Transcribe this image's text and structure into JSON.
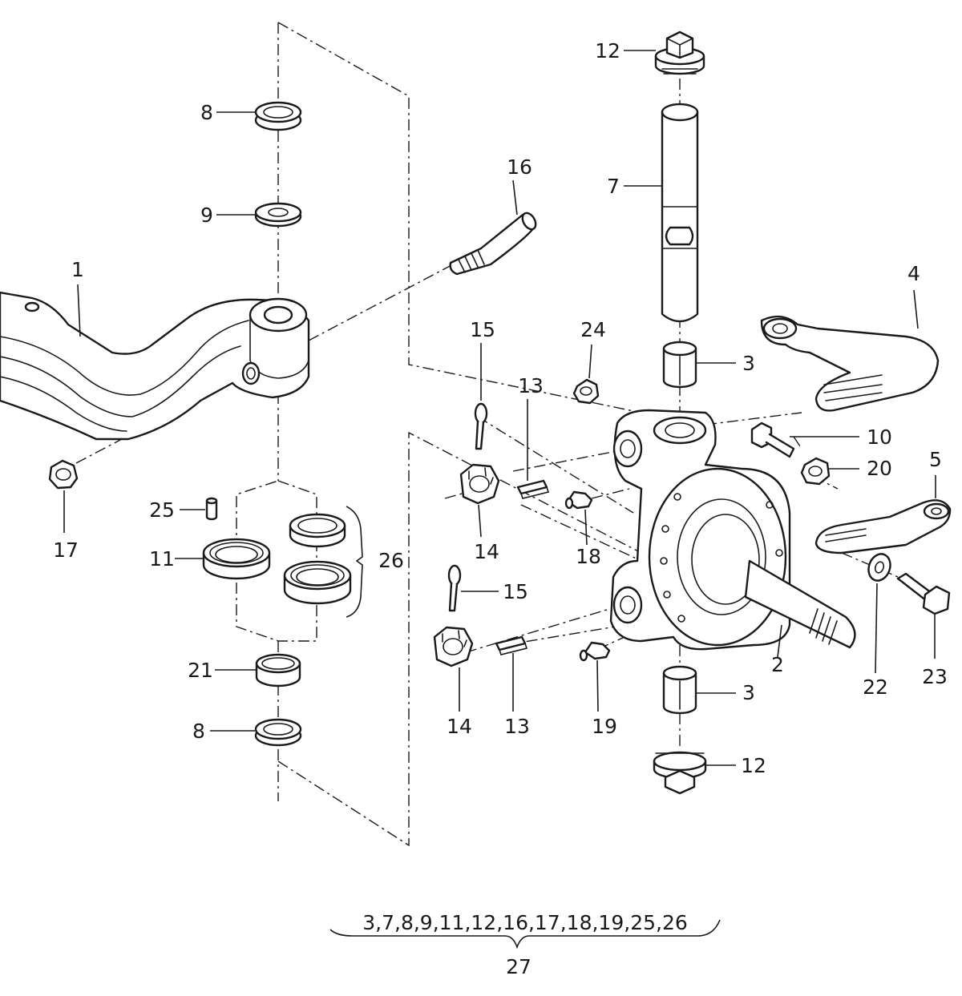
{
  "callouts": {
    "c1": "1",
    "c2": "2",
    "c3a": "3",
    "c3b": "3",
    "c4": "4",
    "c5": "5",
    "c7": "7",
    "c8a": "8",
    "c8b": "8",
    "c9": "9",
    "c10": "10",
    "c11": "11",
    "c12a": "12",
    "c12b": "12",
    "c13a": "13",
    "c13b": "13",
    "c14a": "14",
    "c14b": "14",
    "c15a": "15",
    "c15b": "15",
    "c16": "16",
    "c17": "17",
    "c18": "18",
    "c19": "19",
    "c20": "20",
    "c21": "21",
    "c22": "22",
    "c23": "23",
    "c24": "24",
    "c25": "25",
    "c26": "26"
  },
  "kit": {
    "contents": "3,7,8,9,11,12,16,17,18,19,25,26",
    "number": "27"
  }
}
